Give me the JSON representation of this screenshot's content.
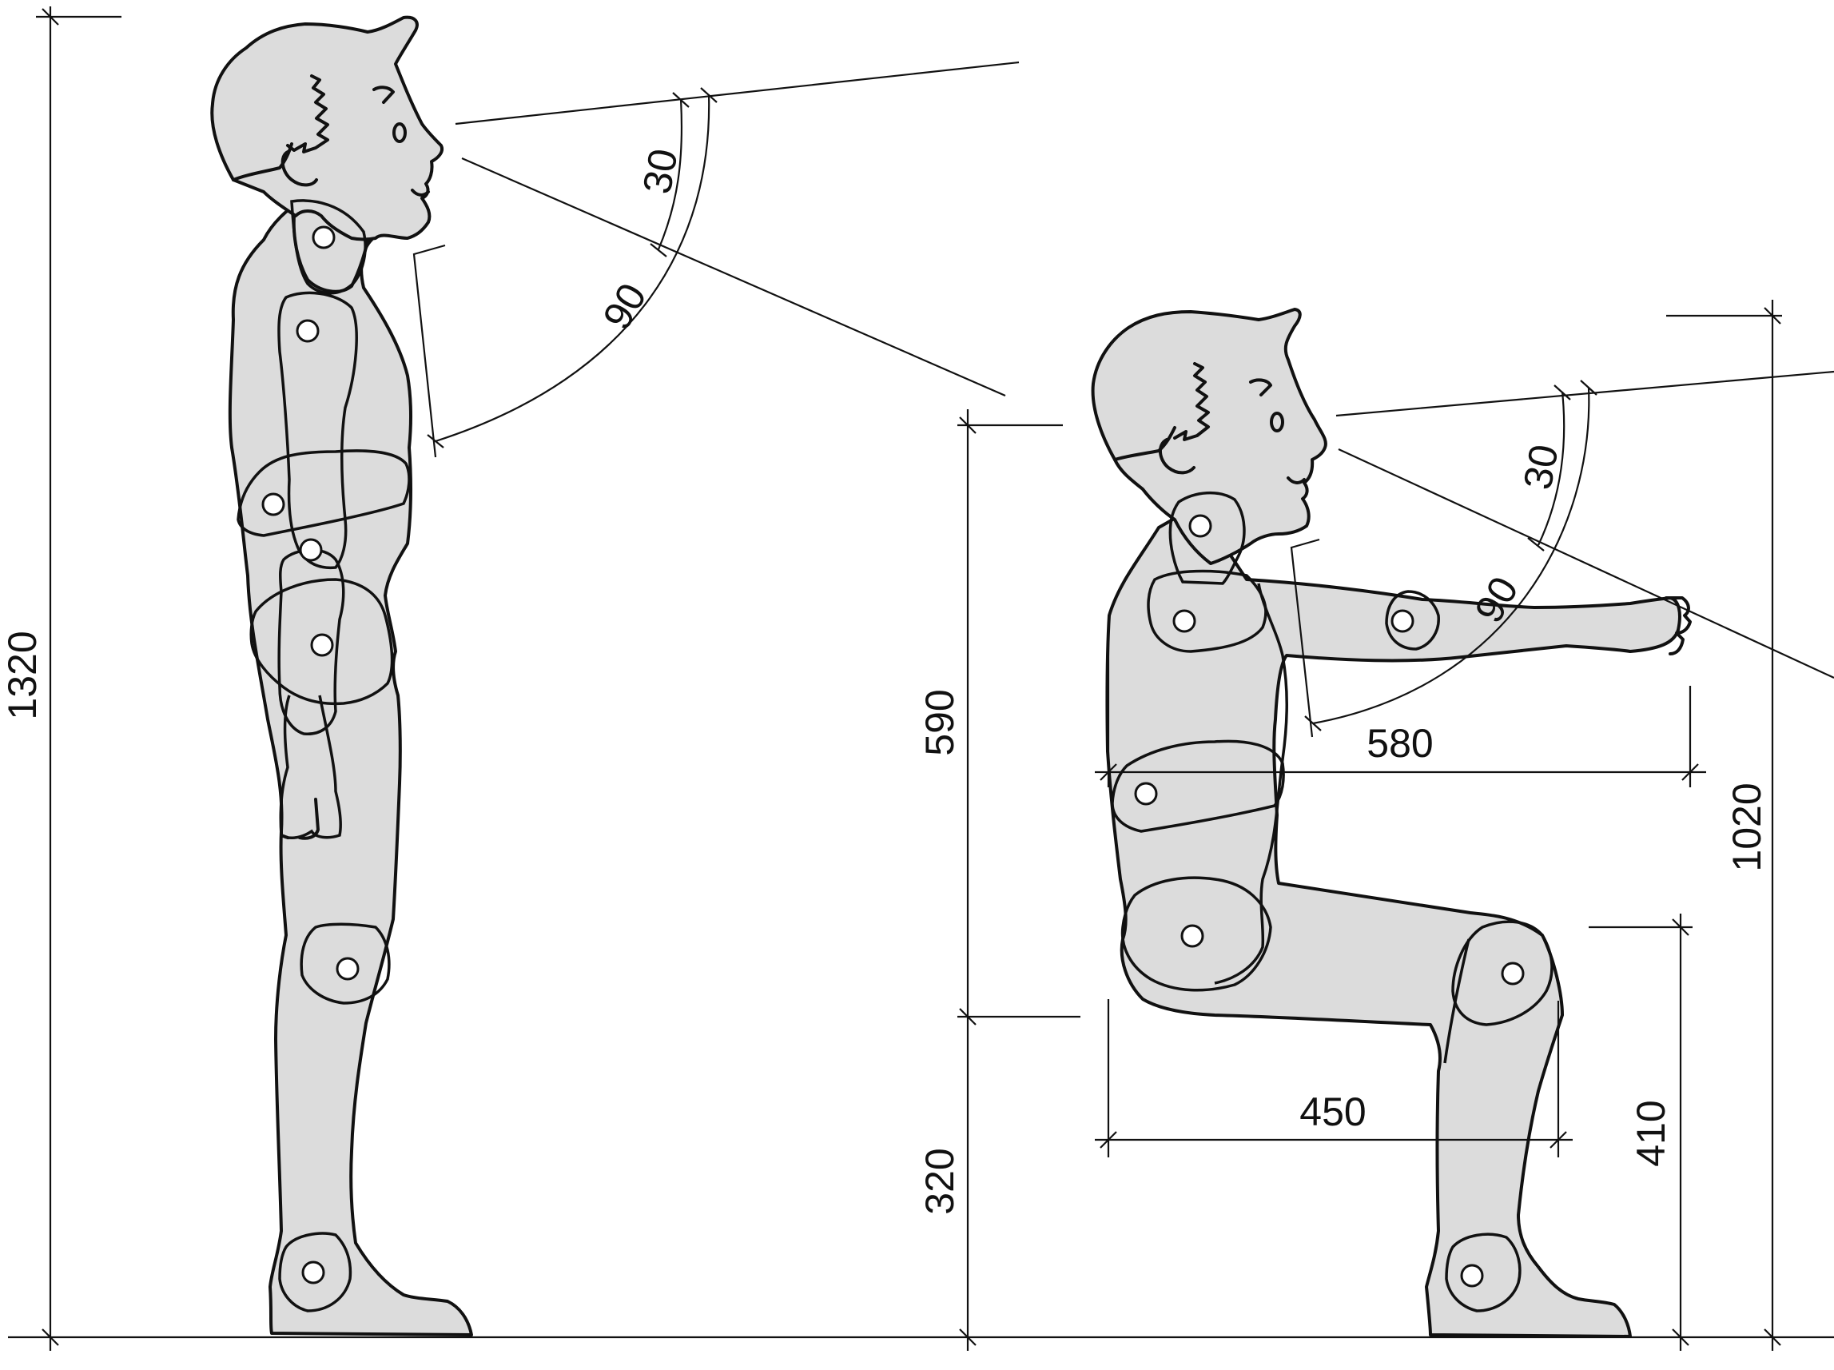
{
  "figures": {
    "standing": {
      "label": "standing-figure",
      "dimensions": {
        "overall_height": "1320",
        "sight_upper_angle": "30",
        "sight_lower_angle": "90"
      }
    },
    "squatting": {
      "label": "squatting-figure",
      "dimensions": {
        "upper_height": "590",
        "seat_height": "320",
        "overall_height": "1020",
        "reach": "580",
        "thigh_depth": "450",
        "knee_height": "410",
        "sight_upper_angle": "30",
        "sight_lower_angle": "90"
      }
    }
  },
  "colors": {
    "body_fill": "#dcdcdc",
    "line": "#111111",
    "background": "#ffffff"
  }
}
